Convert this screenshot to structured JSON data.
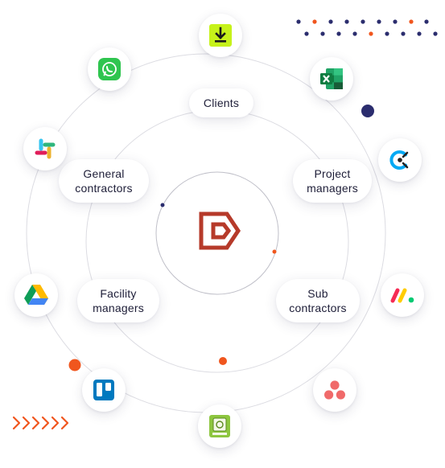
{
  "diagram": {
    "center_logo": {
      "name": "brand-logo",
      "color": "#b63a2a"
    },
    "roles": [
      {
        "id": "clients",
        "lines": [
          "Clients"
        ]
      },
      {
        "id": "general-contractors",
        "lines": [
          "General",
          "contractors"
        ]
      },
      {
        "id": "project-managers",
        "lines": [
          "Project",
          "managers"
        ]
      },
      {
        "id": "facility-managers",
        "lines": [
          "Facility",
          "managers"
        ]
      },
      {
        "id": "sub-contractors",
        "lines": [
          "Sub",
          "contractors"
        ]
      }
    ],
    "integrations": [
      {
        "id": "download",
        "icon": "download-icon"
      },
      {
        "id": "whatsapp",
        "icon": "whatsapp-icon"
      },
      {
        "id": "excel",
        "icon": "excel-icon"
      },
      {
        "id": "slack",
        "icon": "slack-icon"
      },
      {
        "id": "clockify",
        "icon": "clockify-icon"
      },
      {
        "id": "google-drive",
        "icon": "google-drive-icon"
      },
      {
        "id": "monday",
        "icon": "monday-icon"
      },
      {
        "id": "trello",
        "icon": "trello-icon"
      },
      {
        "id": "asana",
        "icon": "asana-icon"
      },
      {
        "id": "numbers",
        "icon": "numbers-icon"
      }
    ],
    "colors": {
      "navy": "#2b2d6e",
      "orange": "#f0561e",
      "ring": "#d9d9de",
      "inner_ring": "#bcbcc4"
    }
  }
}
